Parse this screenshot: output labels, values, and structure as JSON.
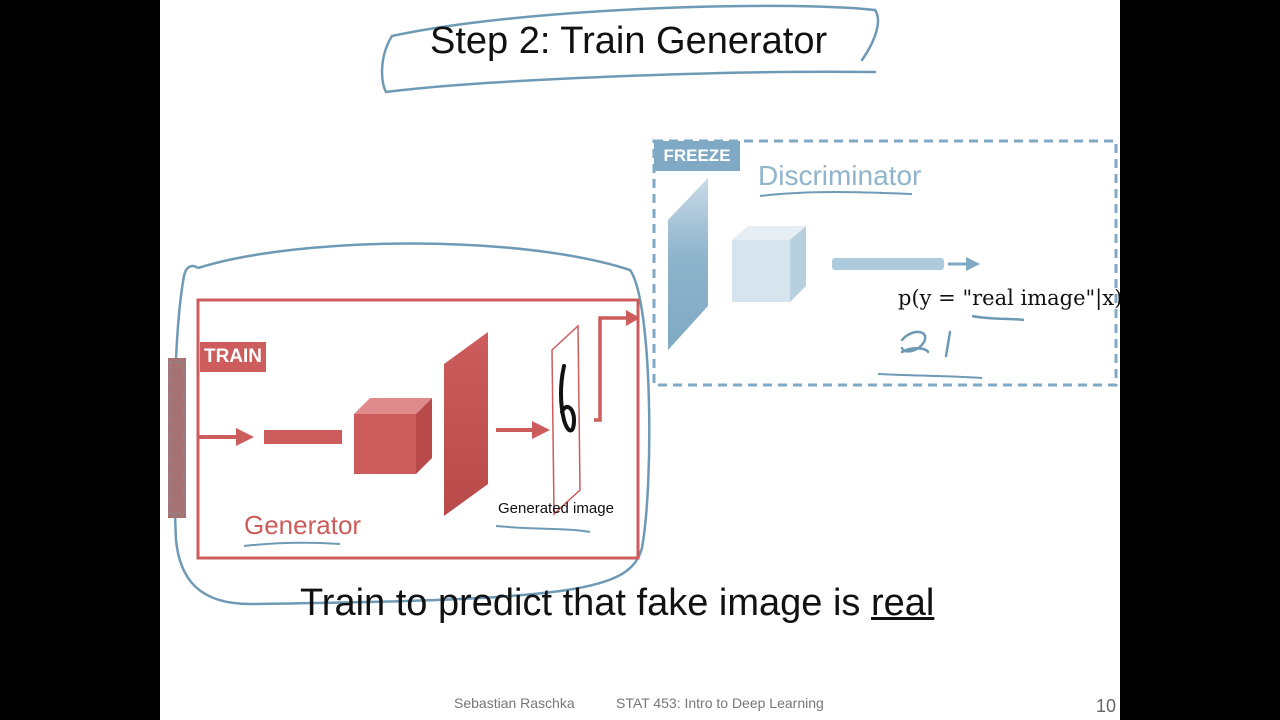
{
  "slide": {
    "title": "Step 2: Train Generator",
    "train_badge": "TRAIN",
    "freeze_badge": "FREEZE",
    "discriminator_label": "Discriminator",
    "generator_label": "Generator",
    "generated_image_label": "Generated image",
    "formula": "p(y = \"real image\"|x)",
    "handwritten_note": "≈1",
    "caption_prefix": "Train to predict that fake image is ",
    "caption_underlined": "real",
    "footer_author": "Sebastian Raschka",
    "footer_course": "STAT 453: Intro to Deep Learning",
    "page_number": "10"
  },
  "colors": {
    "generator": "#cd5c5c",
    "discriminator": "#7fa9c4",
    "annotation_ink": "#6f9ab6",
    "background": "#ffffff",
    "frame": "#000000"
  },
  "icons": [
    "noise-vector",
    "arrow",
    "dense-layer",
    "conv-cube",
    "conv-plane",
    "digit-image"
  ]
}
